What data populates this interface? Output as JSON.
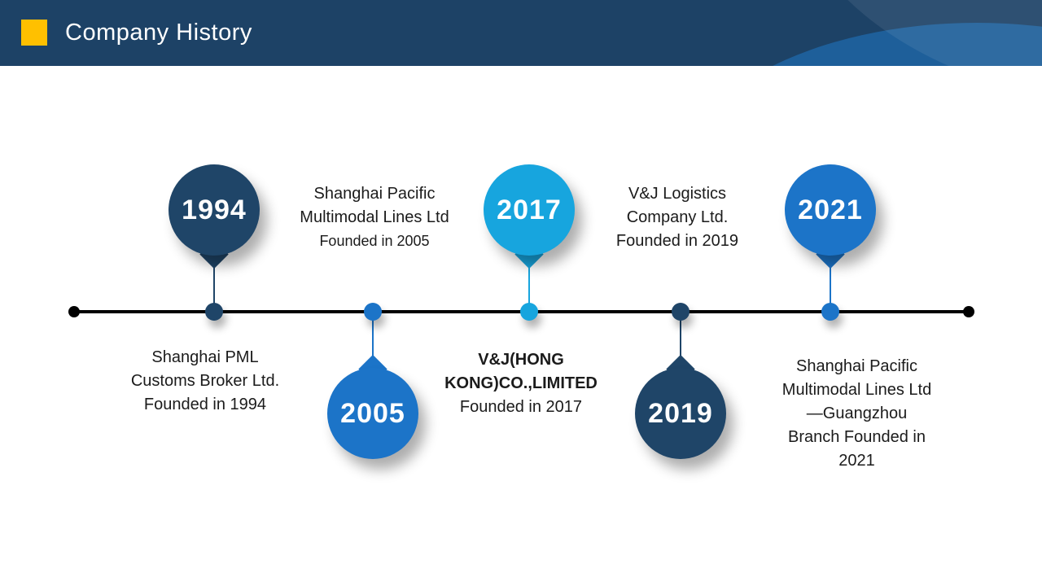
{
  "header": {
    "title": "Company History",
    "accent_color": "#FFC000",
    "bg_color": "#1D4266",
    "decoration_color": "#1E5F9A"
  },
  "timeline": {
    "line_color": "#000000",
    "milestones": [
      {
        "year": "1994",
        "description": "Shanghai PML Customs Broker Ltd.",
        "founded": "Founded in 1994",
        "color": "#1F4568",
        "balloon_position": "above"
      },
      {
        "year": "2005",
        "description": "Shanghai Pacific Multimodal Lines Ltd",
        "founded": "Founded in 2005",
        "color": "#1C74C8",
        "balloon_position": "below"
      },
      {
        "year": "2017",
        "description": "V&J(HONG KONG)CO.,LIMITED",
        "founded": "Founded in 2017",
        "color": "#17A5DE",
        "balloon_position": "above"
      },
      {
        "year": "2019",
        "description": "V&J Logistics Company Ltd.",
        "founded": "Founded in 2019",
        "color": "#1F4568",
        "balloon_position": "below"
      },
      {
        "year": "2021",
        "description": "Shanghai Pacific Multimodal Lines Ltd—Guangzhou Branch Founded in 2021",
        "founded": "",
        "color": "#1C74C8",
        "balloon_position": "above"
      }
    ]
  }
}
